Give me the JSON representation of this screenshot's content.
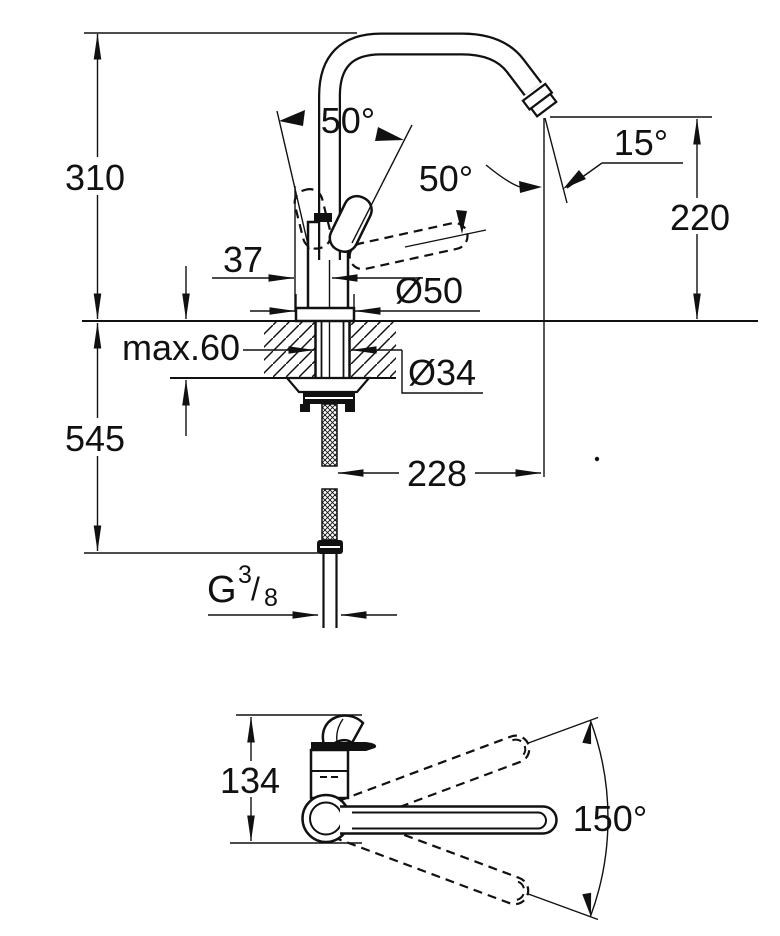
{
  "drawing": {
    "side_view": {
      "dim_height_above_deck": "310",
      "dim_handle_angle_left": "50°",
      "dim_handle_angle_right": "50°",
      "dim_spout_outlet_angle": "15°",
      "dim_outlet_height": "220",
      "dim_handle_clearance": "37",
      "dim_base_diameter": "Ø50",
      "dim_max_deck_thickness": "max.60",
      "dim_shank_diameter": "Ø34",
      "dim_hose_length": "545",
      "dim_spout_reach": "228",
      "thread": {
        "prefix": "G",
        "numerator": "3",
        "slash": "/",
        "denominator": "8"
      }
    },
    "top_view": {
      "dim_body_depth": "134",
      "dim_swivel_range": "150°"
    }
  },
  "colors": {
    "line": "#111111",
    "background": "#ffffff"
  }
}
